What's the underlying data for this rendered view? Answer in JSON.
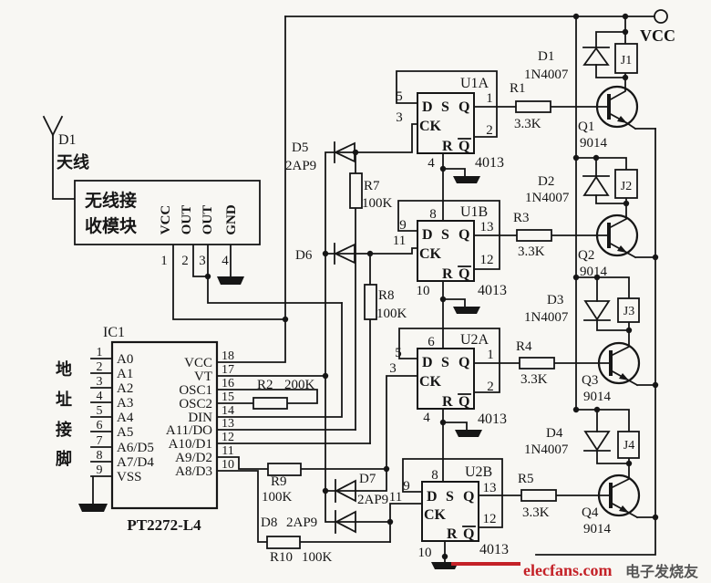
{
  "colors": {
    "ink": "#161616",
    "brand_red": "#c42127",
    "watermark_gray": "#555555",
    "paper": "#f8f7f3"
  },
  "antenna": {
    "ref": "D1",
    "name": "天线"
  },
  "module": {
    "line1": "无线接",
    "line2": "收模块",
    "pins": [
      {
        "n": "1",
        "label": "VCC"
      },
      {
        "n": "2",
        "label": "OUT"
      },
      {
        "n": "3",
        "label": "OUT"
      },
      {
        "n": "4",
        "label": "GND"
      }
    ]
  },
  "ic1": {
    "ref": "IC1",
    "part": "PT2272-L4",
    "side": [
      "地",
      "址",
      "接",
      "脚"
    ],
    "left": [
      {
        "n": "1",
        "label": "A0"
      },
      {
        "n": "2",
        "label": "A1"
      },
      {
        "n": "3",
        "label": "A2"
      },
      {
        "n": "4",
        "label": "A3"
      },
      {
        "n": "5",
        "label": "A4"
      },
      {
        "n": "6",
        "label": "A5"
      },
      {
        "n": "7",
        "label": "A6/D5"
      },
      {
        "n": "8",
        "label": "A7/D4"
      },
      {
        "n": "9",
        "label": "VSS"
      }
    ],
    "right": [
      {
        "n": "18",
        "label": "VCC"
      },
      {
        "n": "17",
        "label": "VT"
      },
      {
        "n": "16",
        "label": "OSC1"
      },
      {
        "n": "15",
        "label": "OSC2"
      },
      {
        "n": "14",
        "label": "DIN"
      },
      {
        "n": "13",
        "label": "A11/DO"
      },
      {
        "n": "12",
        "label": "A10/D1"
      },
      {
        "n": "11",
        "label": "A9/D2"
      },
      {
        "n": "10",
        "label": "A8/D3"
      }
    ]
  },
  "r2": {
    "ref": "R2",
    "value": "200K"
  },
  "steering": {
    "d5": {
      "ref": "D5",
      "part": "2AP9"
    },
    "d6": {
      "ref": "D6"
    },
    "d7": {
      "ref": "D7",
      "part": "2AP9"
    },
    "d8": {
      "ref": "D8",
      "part": "2AP9"
    },
    "r7": {
      "ref": "R7",
      "value": "100K"
    },
    "r8": {
      "ref": "R8",
      "value": "100K"
    },
    "r9": {
      "ref": "R9",
      "value": "100K"
    },
    "r10": {
      "ref": "R10",
      "value": "100K"
    }
  },
  "ff_letters": {
    "d": "D",
    "s": "S",
    "q": "Q",
    "qb": "Q",
    "ck": "CK",
    "r": "R"
  },
  "flipflops": [
    {
      "ref": "U1A",
      "part": "4013",
      "p": {
        "d": "5",
        "ck": "3",
        "q": "1",
        "qb": "2",
        "r": "4"
      }
    },
    {
      "ref": "U1B",
      "part": "4013",
      "p": {
        "d": "9",
        "s": "8",
        "ck": "11",
        "q": "13",
        "qb": "12",
        "r": "10"
      }
    },
    {
      "ref": "U2A",
      "part": "4013",
      "p": {
        "d": "5",
        "s": "6",
        "ck": "3",
        "q": "1",
        "qb": "2",
        "r": "4"
      }
    },
    {
      "ref": "U2B",
      "part": "4013",
      "p": {
        "d": "9",
        "s": "8",
        "ck": "11",
        "q": "13",
        "qb": "12",
        "r": "10"
      }
    }
  ],
  "channels": [
    {
      "res": "R1",
      "res_val": "3.3K",
      "diode": "D1",
      "diode_part": "1N4007",
      "relay": "J1",
      "tr": "Q1",
      "tr_part": "9014"
    },
    {
      "res": "R3",
      "res_val": "3.3K",
      "diode": "D2",
      "diode_part": "1N4007",
      "relay": "J2",
      "tr": "Q2",
      "tr_part": "9014"
    },
    {
      "res": "R4",
      "res_val": "3.3K",
      "diode": "D3",
      "diode_part": "1N4007",
      "relay": "J3",
      "tr": "Q3",
      "tr_part": "9014"
    },
    {
      "res": "R5",
      "res_val": "3.3K",
      "diode": "D4",
      "diode_part": "1N4007",
      "relay": "J4",
      "tr": "Q4",
      "tr_part": "9014"
    }
  ],
  "power": {
    "vcc": "VCC"
  },
  "watermark": {
    "brand": "elecfans.com",
    "suffix": "电子发烧友"
  }
}
